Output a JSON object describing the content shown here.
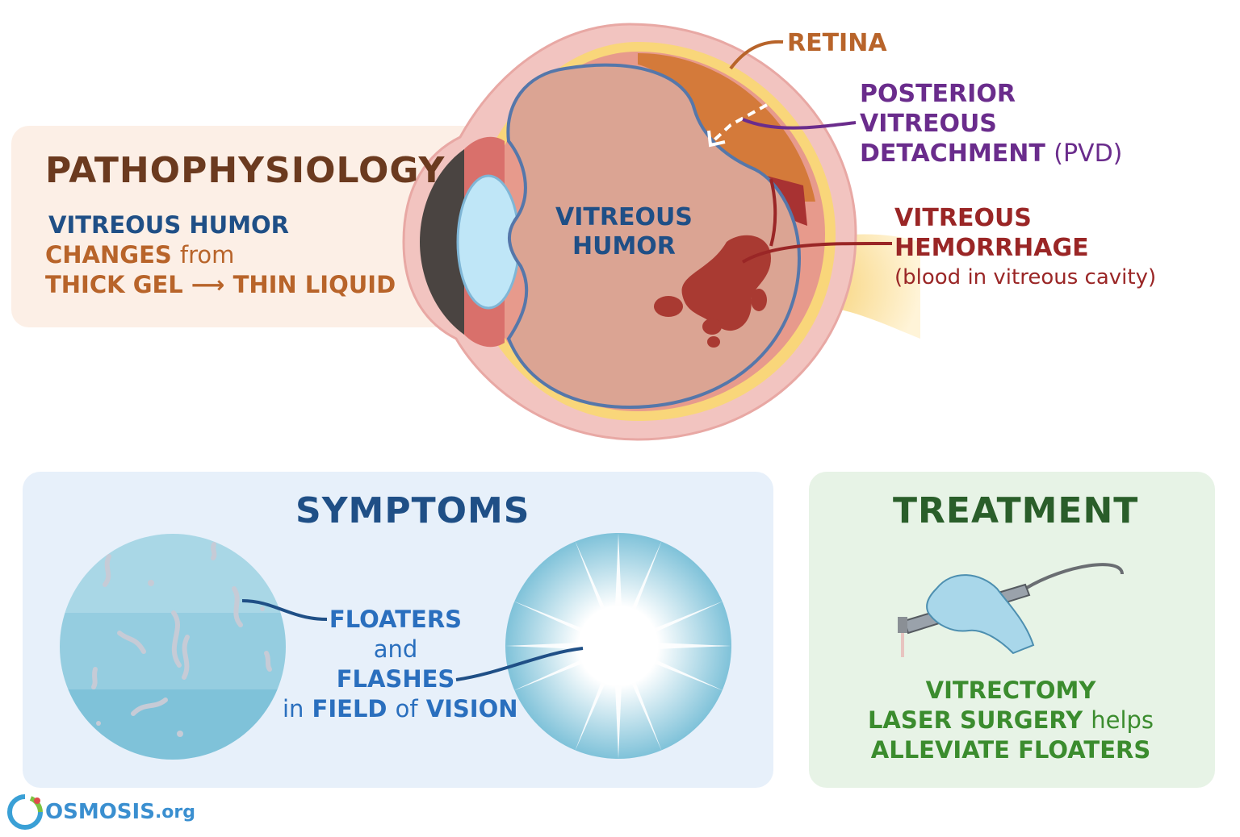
{
  "pathophysiology": {
    "title": "PATHOPHYSIOLOGY",
    "line1": "VITREOUS HUMOR",
    "line2_a": "CHANGES",
    "line2_b": "from",
    "line3_a": "THICK GEL",
    "line3_arrow": "⟶",
    "line3_b": "THIN LIQUID"
  },
  "eye_labels": {
    "retina": "RETINA",
    "pvd_1": "POSTERIOR",
    "pvd_2": "VITREOUS",
    "pvd_3": "DETACHMENT",
    "pvd_abbr": "(PVD)",
    "hem_1": "VITREOUS",
    "hem_2": "HEMORRHAGE",
    "hem_3": "(blood in vitreous cavity)",
    "humor_1": "VITREOUS",
    "humor_2": "HUMOR"
  },
  "symptoms": {
    "title": "SYMPTOMS",
    "floaters": "FLOATERS",
    "and": "and",
    "flashes": "FLASHES",
    "in": "in",
    "field": "FIELD",
    "of": "of",
    "vision": "VISION"
  },
  "treatment": {
    "title": "TREATMENT",
    "line1": "VITRECTOMY",
    "line2_a": "LASER SURGERY",
    "line2_b": "helps",
    "line3": "ALLEVIATE FLOATERS"
  },
  "logo": {
    "name": "OSMOSIS",
    "suffix": ".org"
  },
  "colors": {
    "brown": "#6b3a1f",
    "orange": "#b8642a",
    "navy": "#1f4f86",
    "blue": "#2a6fbe",
    "purple": "#6a2c8c",
    "red": "#9a2626",
    "green": "#3b8c2e",
    "dark_green": "#2a5e2a"
  }
}
